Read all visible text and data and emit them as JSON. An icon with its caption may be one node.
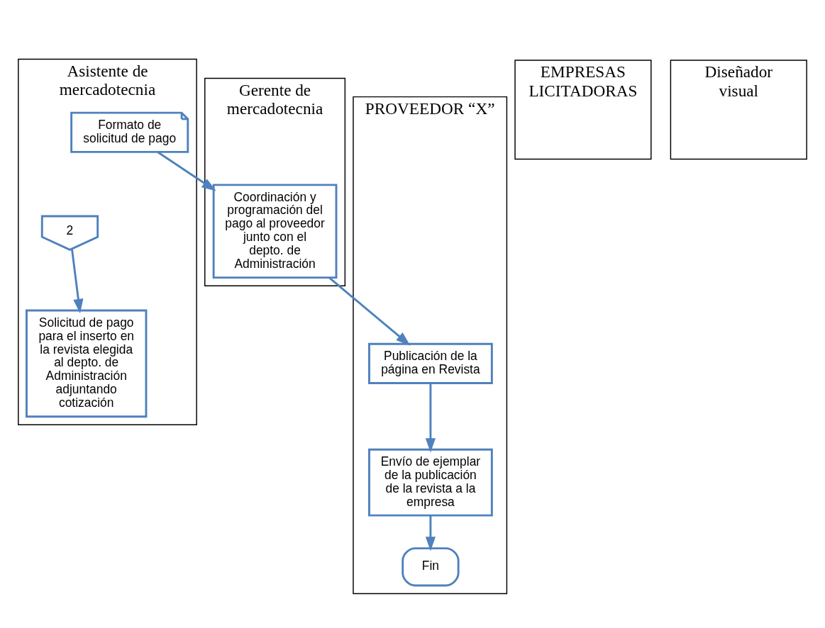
{
  "diagram": {
    "nodes": [
      {
        "text": [
          "Asistente de mercadotecnia"
        ]
      },
      {
        "text": [
          "Gerente de mercadotecnia"
        ]
      },
      {
        "text": [
          "EMPRESAS LICITADORAS"
        ]
      },
      {
        "text": [
          "PROVEEDOR “X”"
        ]
      },
      {
        "text": [
          "Diseñador visual"
        ]
      },
      {
        "text": [
          "2"
        ],
        "in": 0
      },
      {
        "text": [
          "Solicitud de pago para el inserto en la revista elegida al depto. de Administración adjuntando cotización"
        ],
        "in": 0
      },
      {
        "text": [
          "Formato de solicitud de pago"
        ],
        "in": 0
      },
      {
        "text": [
          "Coordinación y programación del pago al proveedor junto con el depto. de Administración"
        ],
        "in": 1
      },
      {
        "text": [
          "Publicación de la página en Revista"
        ],
        "in": 3
      },
      {
        "text": [
          "Envío de ejemplar de la publicación de la revista a la empresa"
        ],
        "in": 3
      },
      {
        "text": [
          "Fin"
        ],
        "in": 3
      }
    ],
    "edges": [
      {
        "from": 5,
        "to": 6,
        "arrow": "to"
      },
      {
        "from": 7,
        "to": 8,
        "arrow": "to"
      },
      {
        "from": 8,
        "to": 9,
        "arrow": "to"
      },
      {
        "from": 9,
        "to": 10,
        "arrow": "to"
      },
      {
        "from": 10,
        "to": 11,
        "arrow": "to"
      }
    ]
  }
}
